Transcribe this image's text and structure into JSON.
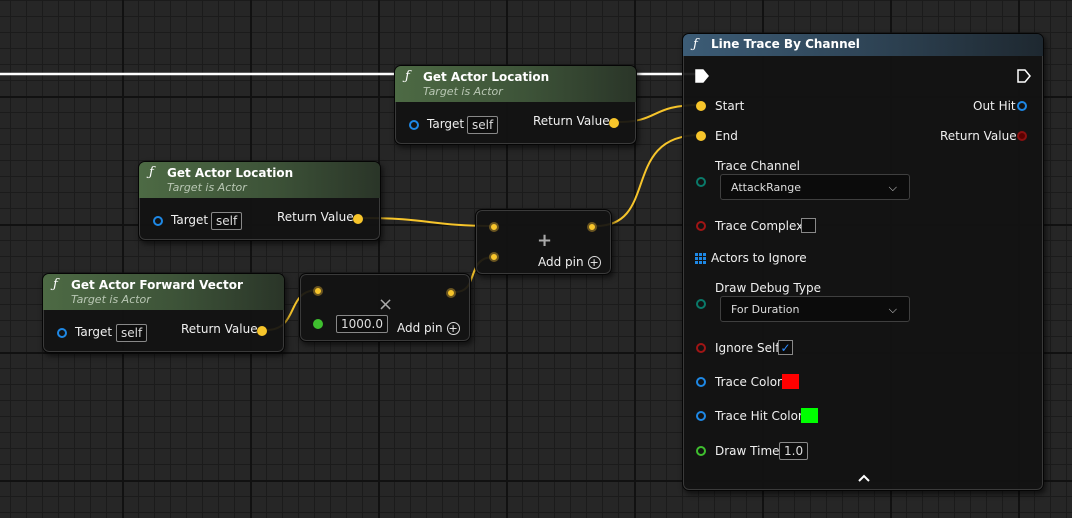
{
  "nodes": {
    "get_loc_top": {
      "title": "Get Actor Location",
      "subtitle": "Target is Actor",
      "target_label": "Target",
      "target_value": "self",
      "return_label": "Return Value"
    },
    "get_loc_mid": {
      "title": "Get Actor Location",
      "subtitle": "Target is Actor",
      "target_label": "Target",
      "target_value": "self",
      "return_label": "Return Value"
    },
    "get_forward": {
      "title": "Get Actor Forward Vector",
      "subtitle": "Target is Actor",
      "target_label": "Target",
      "target_value": "self",
      "return_label": "Return Value"
    },
    "multiply": {
      "operator_glyph": "×",
      "value": "1000.0",
      "add_pin_label": "Add pin"
    },
    "add": {
      "operator_glyph": "+",
      "add_pin_label": "Add pin"
    },
    "trace": {
      "title": "Line Trace By Channel",
      "start_label": "Start",
      "end_label": "End",
      "out_hit_label": "Out Hit",
      "return_label": "Return Value",
      "trace_channel_label": "Trace Channel",
      "trace_channel_value": "AttackRange",
      "trace_complex_label": "Trace Complex",
      "trace_complex_checked": false,
      "actors_to_ignore_label": "Actors to Ignore",
      "draw_debug_type_label": "Draw Debug Type",
      "draw_debug_type_value": "For Duration",
      "ignore_self_label": "Ignore Self",
      "ignore_self_checked": true,
      "trace_color_label": "Trace Color",
      "trace_color": "#ff0000",
      "trace_hit_color_label": "Trace Hit Color",
      "trace_hit_color": "#00ff00",
      "draw_time_label": "Draw Time",
      "draw_time_value": "1.0"
    }
  },
  "colors": {
    "vector_pin": "#f7c52b",
    "object_pin": "#1e88e5",
    "exec_wire": "#ffffff",
    "function_header": "#4d6a44",
    "trace_header": "#3c5c76"
  },
  "icons": {
    "function": "ƒ",
    "checkmark": "✓",
    "chevron_down": "⌄",
    "collapse": "^"
  }
}
